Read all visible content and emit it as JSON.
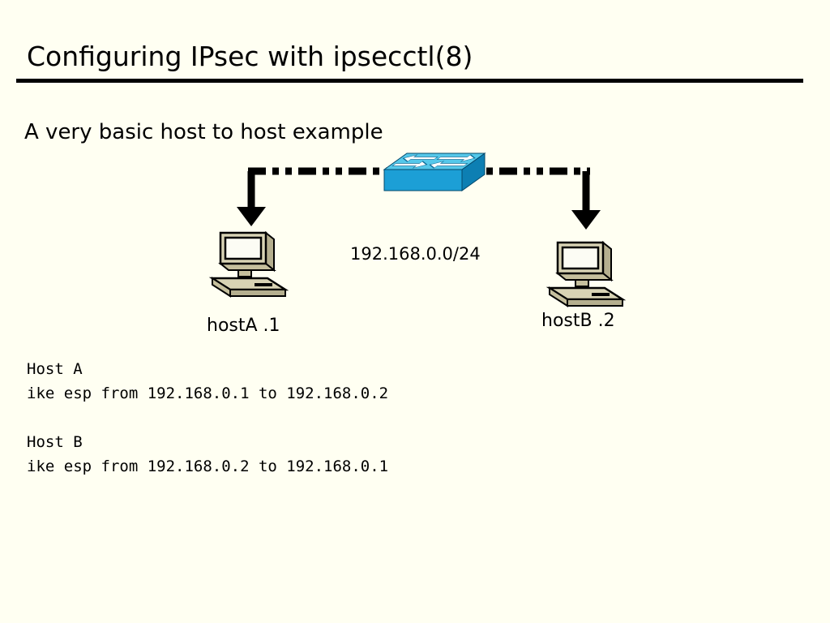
{
  "slide": {
    "title": "Configuring IPsec with ipsecctl(8)",
    "subtitle": "A very basic host to host example",
    "diagram": {
      "network_label": "192.168.0.0/24",
      "hostA_label": "hostA .1",
      "hostB_label": "hostB .2"
    },
    "config": {
      "hostA_heading": "Host A",
      "hostA_rule": "ike esp from 192.168.0.1 to 192.168.0.2",
      "hostB_heading": "Host B",
      "hostB_rule": "ike esp from 192.168.0.2 to 192.168.0.1"
    },
    "colors": {
      "background": "#fffff2",
      "switch_top": "#55c8ea",
      "switch_front": "#1c9fd6",
      "switch_side": "#0d7fb3",
      "computer_body": "#d8d3b4",
      "line": "#000000"
    }
  }
}
